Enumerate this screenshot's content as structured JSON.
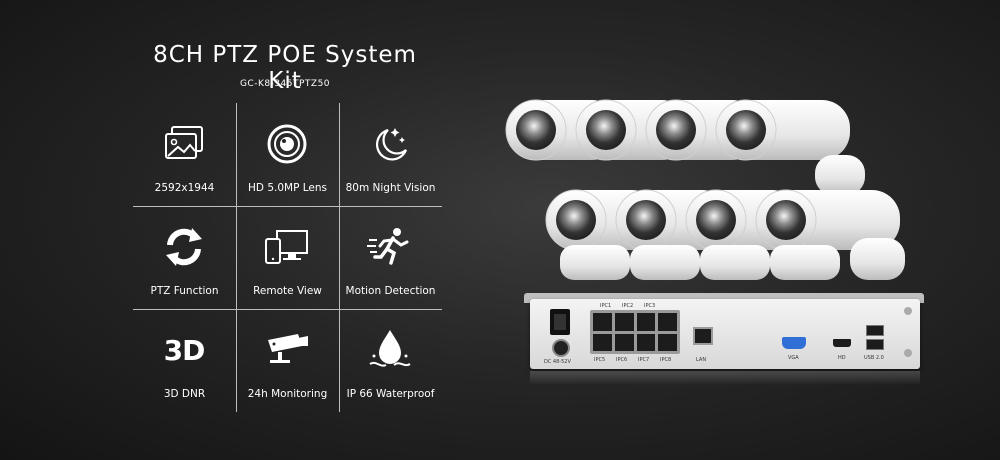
{
  "header": {
    "title": "8CH PTZ POE System Kit",
    "model": "GC-K8-345TPTZ50"
  },
  "features": [
    {
      "label": "2592x1944",
      "icon": "image-icon"
    },
    {
      "label": "HD 5.0MP Lens",
      "icon": "lens-icon"
    },
    {
      "label": "80m Night Vision",
      "icon": "moon-icon"
    },
    {
      "label": "PTZ Function",
      "icon": "rotate-icon"
    },
    {
      "label": "Remote View",
      "icon": "devices-icon"
    },
    {
      "label": "Motion Detection",
      "icon": "running-man-icon"
    },
    {
      "label": "3D DNR",
      "icon": "3d-icon",
      "icon_text": "3D"
    },
    {
      "label": "24h Monitoring",
      "icon": "cctv-camera-icon"
    },
    {
      "label": "IP 66 Waterproof",
      "icon": "water-drop-icon"
    }
  ],
  "nvr": {
    "power_label": "DC 48-52V",
    "poe_top": [
      "IPC1",
      "IPC2",
      "IPC3"
    ],
    "poe_bottom": [
      "IPC5",
      "IPC6",
      "IPC7",
      "IPC8"
    ],
    "lan": "LAN",
    "vga": "VGA",
    "hd": "HD",
    "usb": "USB 2.0"
  },
  "colors": {
    "background": "#262626",
    "text": "#ffffff",
    "grid_lines": "#bdbdbd",
    "camera_body": "#f2f2f2",
    "vga_port": "#2f6fd6"
  }
}
